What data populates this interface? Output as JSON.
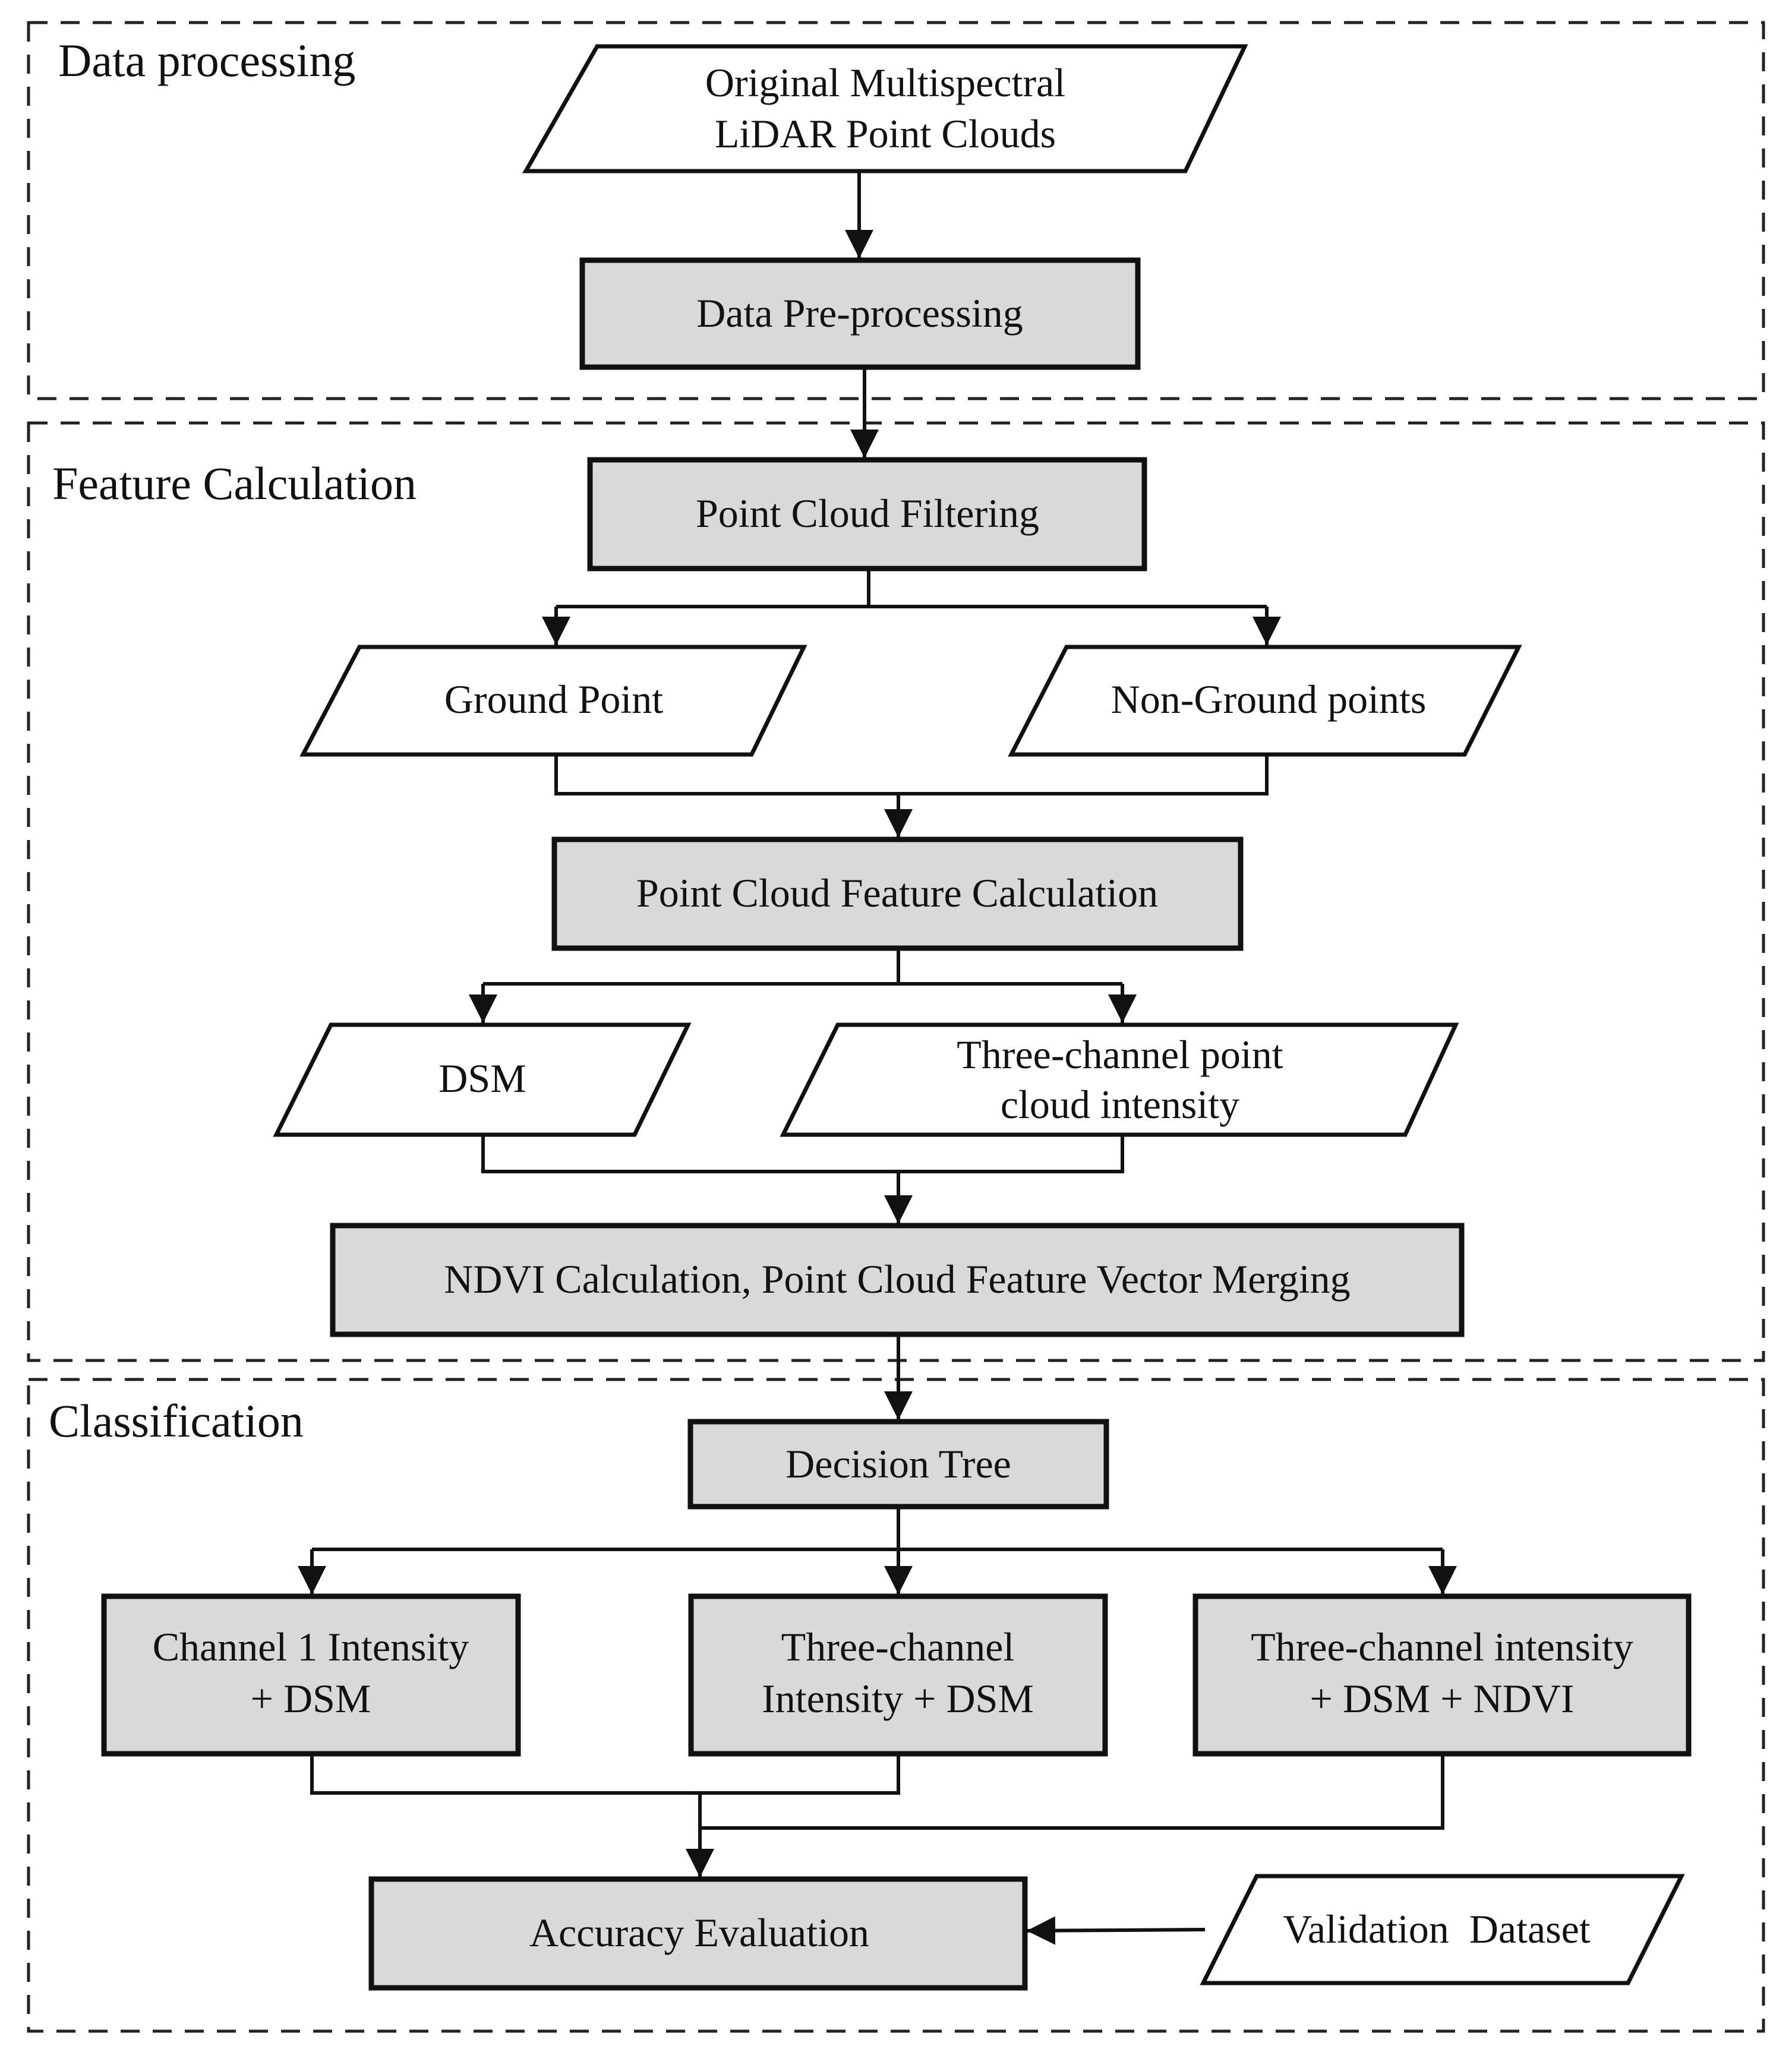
{
  "colors": {
    "process_fill": "#d9d9d9",
    "io_fill": "#ffffff",
    "stroke": "#111111",
    "background": "#ffffff"
  },
  "sections": {
    "data_processing": "Data processing",
    "feature_calculation": "Feature Calculation",
    "classification": "Classification"
  },
  "nodes": {
    "original_point_clouds": {
      "shape": "parallelogram",
      "lines": [
        "Original Multispectral",
        "LiDAR Point Clouds"
      ]
    },
    "data_preprocessing": {
      "shape": "process",
      "lines": [
        "Data Pre-processing"
      ]
    },
    "point_cloud_filtering": {
      "shape": "process",
      "lines": [
        "Point Cloud Filtering"
      ]
    },
    "ground_point": {
      "shape": "parallelogram",
      "lines": [
        "Ground Point"
      ]
    },
    "non_ground_points": {
      "shape": "parallelogram",
      "lines": [
        "Non-Ground points"
      ]
    },
    "point_cloud_feature_calculation": {
      "shape": "process",
      "lines": [
        "Point Cloud Feature Calculation"
      ]
    },
    "dsm": {
      "shape": "parallelogram",
      "lines": [
        "DSM"
      ]
    },
    "three_channel_intensity": {
      "shape": "parallelogram",
      "lines": [
        "Three-channel point",
        "cloud intensity"
      ]
    },
    "ndvi_merging": {
      "shape": "process",
      "lines": [
        "NDVI Calculation, Point Cloud Feature Vector Merging"
      ]
    },
    "decision_tree": {
      "shape": "process",
      "lines": [
        "Decision Tree"
      ]
    },
    "channel1_dsm": {
      "shape": "process",
      "lines": [
        "Channel 1 Intensity",
        "+ DSM"
      ]
    },
    "three_channel_dsm": {
      "shape": "process",
      "lines": [
        "Three-channel",
        "Intensity + DSM"
      ]
    },
    "three_channel_dsm_ndvi": {
      "shape": "process",
      "lines": [
        "Three-channel intensity",
        "+ DSM + NDVI"
      ]
    },
    "accuracy_evaluation": {
      "shape": "process",
      "lines": [
        "Accuracy Evaluation"
      ]
    },
    "validation_dataset": {
      "shape": "parallelogram",
      "lines": [
        "Validation  Dataset"
      ]
    }
  }
}
